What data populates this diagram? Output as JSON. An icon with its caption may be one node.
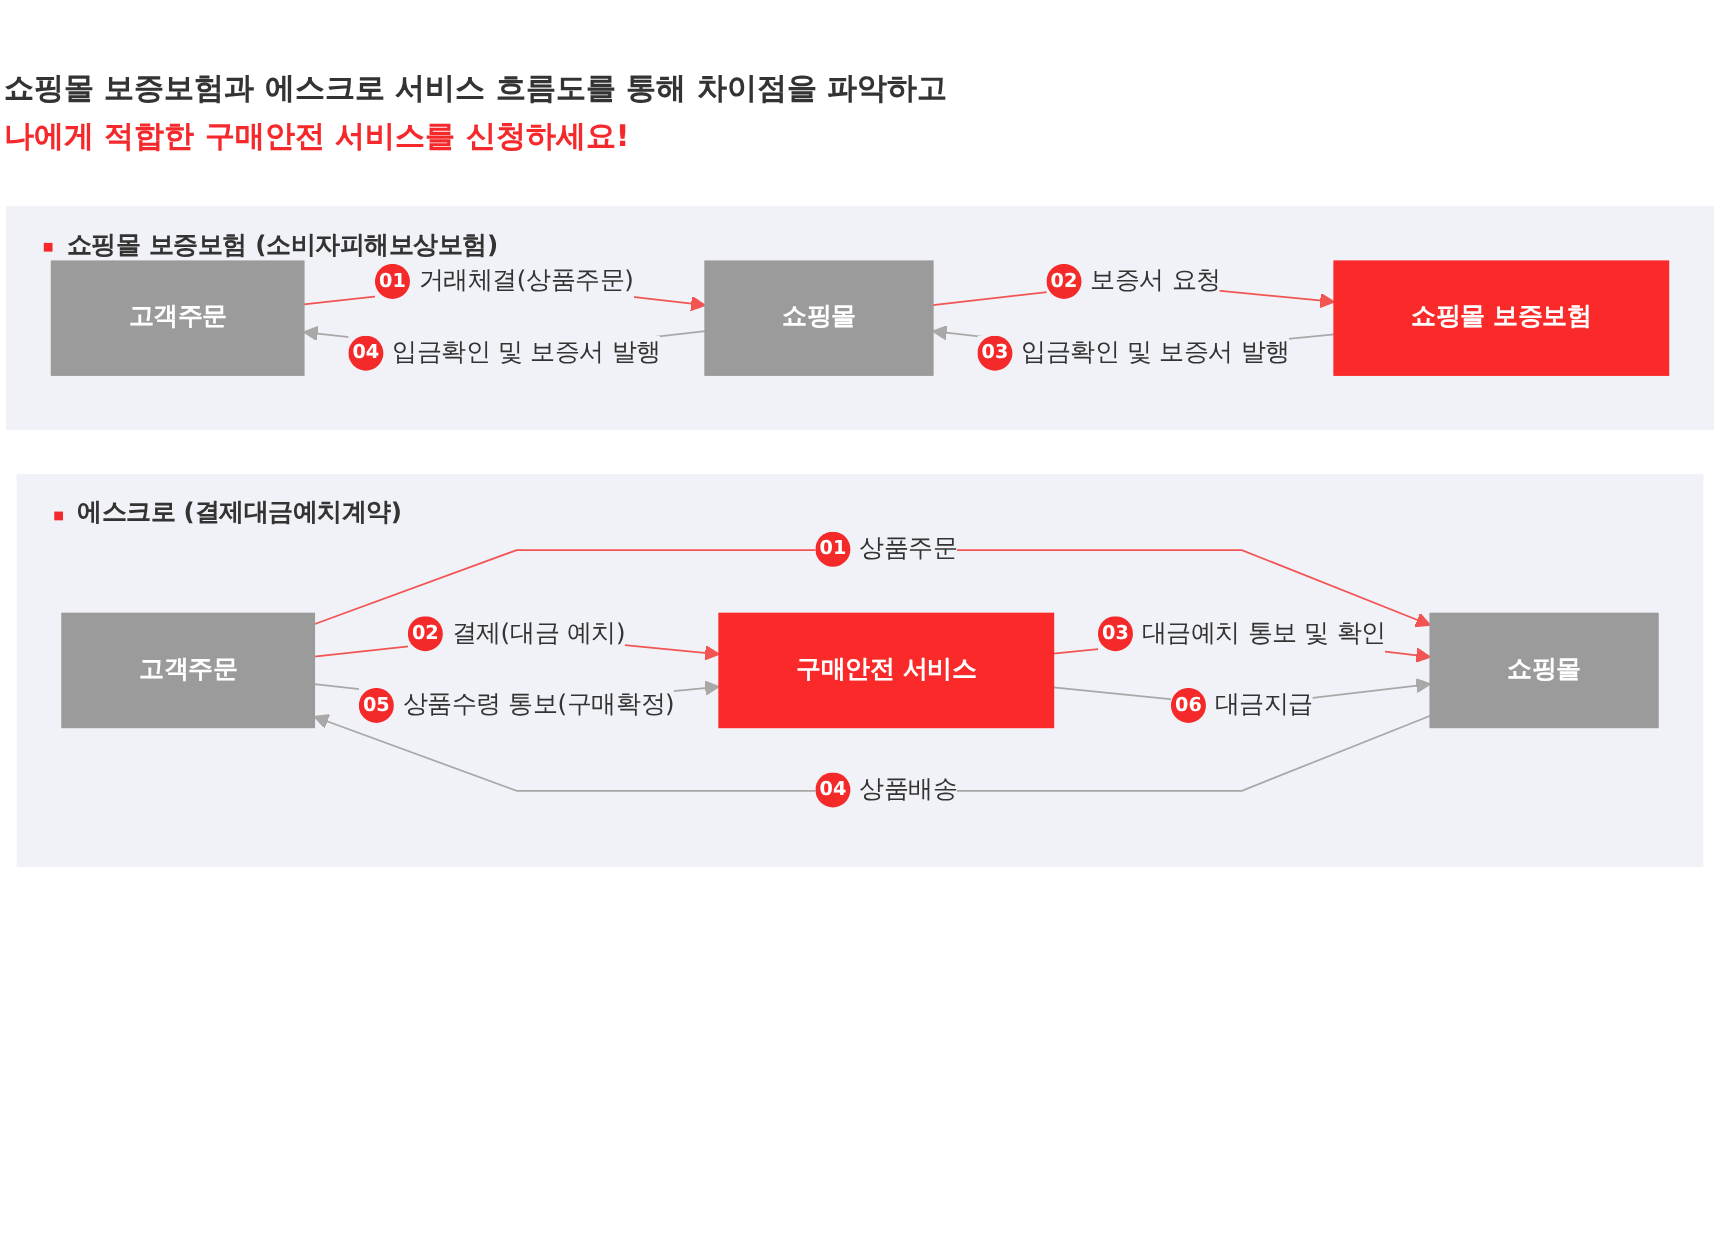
{
  "diagram": {
    "title": "쇼핑몰 보증보험과 에스크로 서비스 흐름도를 통해 차이점을 파악하고",
    "nodes": [
      {
        "text": [
          "쇼핑몰 보증보험 (소비자피해보상보험)"
        ]
      },
      {
        "text": [
          "고객주문"
        ],
        "in": 0
      },
      {
        "text": [
          "쇼핑몰"
        ],
        "in": 0
      },
      {
        "text": [
          "쇼핑몰 보증보험"
        ],
        "in": 0
      },
      {
        "text": [
          "에스크로 (결제대금예치계약)"
        ]
      },
      {
        "text": [
          "고객주문"
        ],
        "in": 4
      },
      {
        "text": [
          "구매안전 서비스"
        ],
        "in": 4
      },
      {
        "text": [
          "쇼핑몰"
        ],
        "in": 4
      }
    ],
    "edges": [
      {
        "from": 1,
        "to": 2,
        "arrow": "to",
        "label": "01 거래체결(상품주문)",
        "color": "#f25454"
      },
      {
        "from": 2,
        "to": 1,
        "arrow": "to",
        "label": "04 입금확인 및 보증서 발행",
        "color": "#a8a8a8"
      },
      {
        "from": 2,
        "to": 3,
        "arrow": "to",
        "label": "02 보증서 요청",
        "color": "#f25454"
      },
      {
        "from": 3,
        "to": 2,
        "arrow": "to",
        "label": "03 입금확인 및 보증서 발행",
        "color": "#a8a8a8"
      },
      {
        "from": 5,
        "to": 7,
        "arrow": "to",
        "label": "01 상품주문",
        "color": "#f25454"
      },
      {
        "from": 7,
        "to": 5,
        "arrow": "to",
        "label": "04 상품배송",
        "color": "#a8a8a8"
      },
      {
        "from": 5,
        "to": 6,
        "arrow": "to",
        "label": "02 결제(대금 예치)",
        "color": "#f25454"
      },
      {
        "from": 5,
        "to": 6,
        "arrow": "to",
        "label": "05 상품수령 통보(구매확정)",
        "color": "#a8a8a8"
      },
      {
        "from": 6,
        "to": 7,
        "arrow": "to",
        "label": "03 대금예치 통보 및 확인",
        "color": "#f25454"
      },
      {
        "from": 6,
        "to": 7,
        "arrow": "to",
        "label": "06 대금지급",
        "color": "#a8a8a8"
      }
    ],
    "labels": [
      "나에게 적합한 구매안전 서비스를 신청하세요!"
    ]
  }
}
